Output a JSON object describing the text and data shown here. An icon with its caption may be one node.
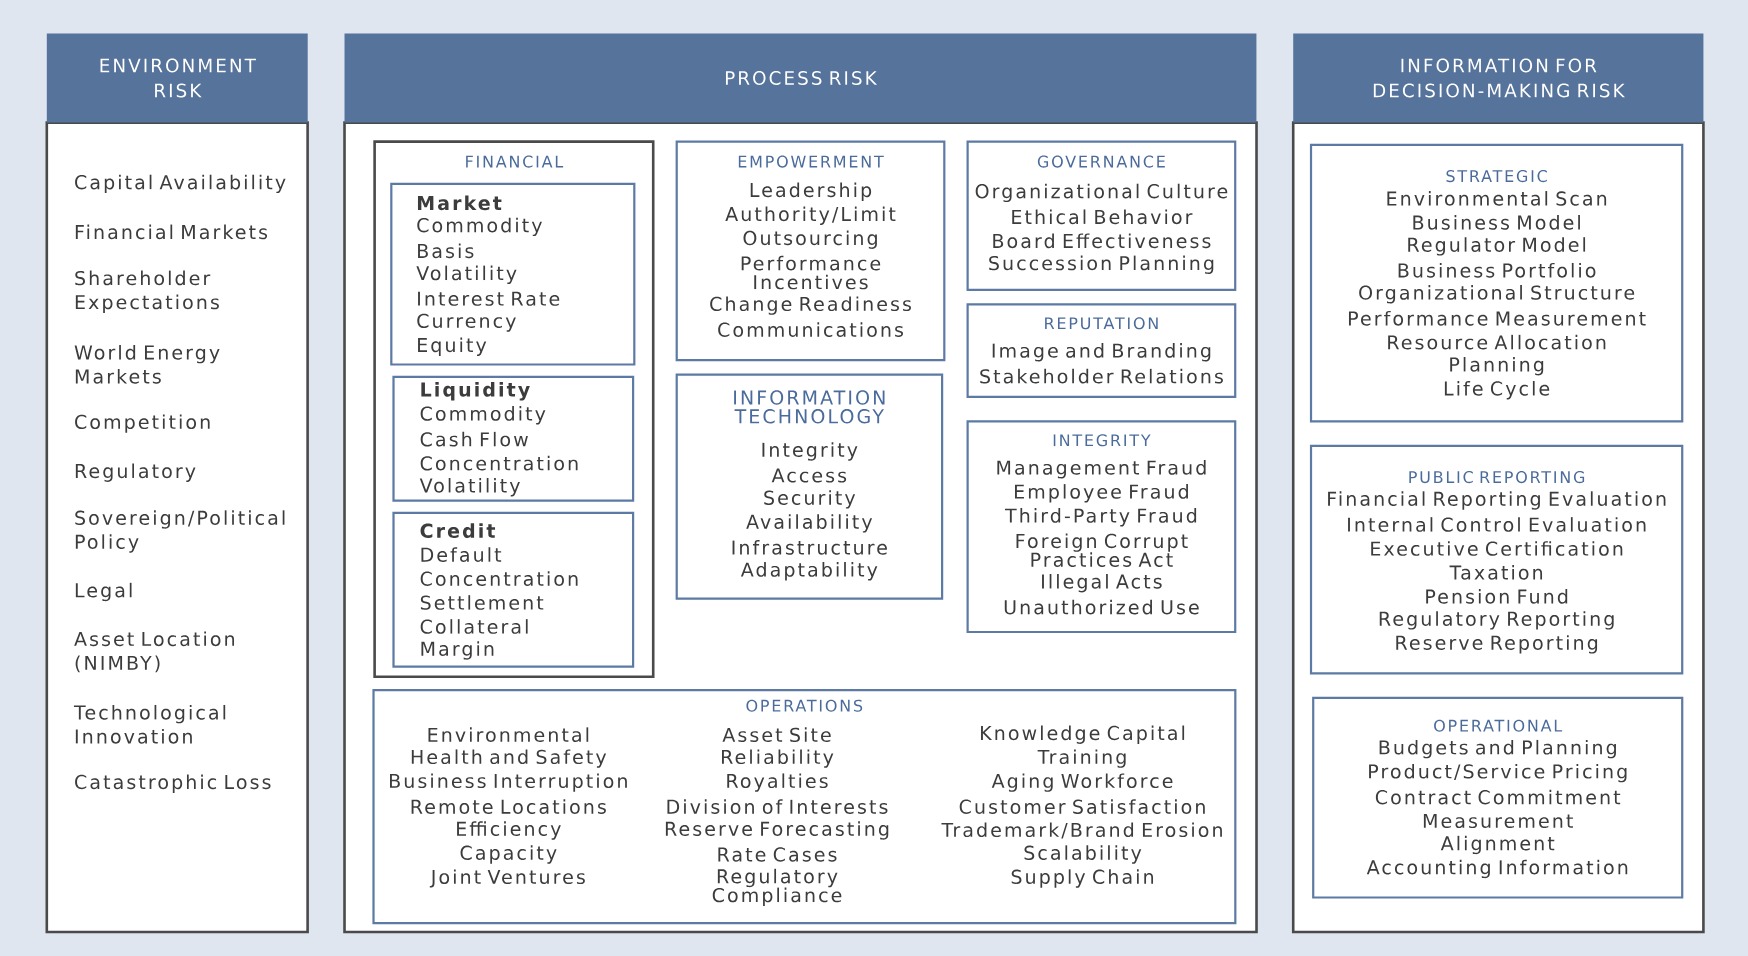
{
  "diagram": {
    "nodes": [
      {
        "text": [
          "ENVIRONMENT RISK",
          "Capital Availability",
          "Financial Markets",
          "Shareholder Expectations",
          "World Energy Markets",
          "Competition",
          "Regulatory",
          "Sovereign/Political Policy",
          "Legal",
          "Asset Location (NIMBY)",
          "Technological Innovation",
          "Catastrophic Loss"
        ]
      },
      {
        "text": [
          "PROCESS RISK"
        ]
      },
      {
        "text": [
          "FINANCIAL"
        ],
        "in": 1
      },
      {
        "text": [
          "Market",
          "Commodity",
          "Basis",
          "Volatility",
          "Interest Rate",
          "Currency",
          "Equity"
        ],
        "in": 2
      },
      {
        "text": [
          "Liquidity",
          "Commodity",
          "Cash Flow",
          "Concentration",
          "Volatility"
        ],
        "in": 2
      },
      {
        "text": [
          "Credit",
          "Default",
          "Concentration",
          "Settlement",
          "Collateral",
          "Margin"
        ],
        "in": 2
      },
      {
        "text": [
          "EMPOWERMENT",
          "Leadership",
          "Authority/Limit",
          "Outsourcing",
          "Performance Incentives",
          "Change Readiness",
          "Communications"
        ],
        "in": 1
      },
      {
        "text": [
          "INFORMATION TECHNOLOGY",
          "Integrity",
          "Access",
          "Security",
          "Availability",
          "Infrastructure",
          "Adaptability"
        ],
        "in": 1
      },
      {
        "text": [
          "GOVERNANCE",
          "Organizational Culture",
          "Ethical Behavior",
          "Board Effectiveness",
          "Succession Planning"
        ],
        "in": 1
      },
      {
        "text": [
          "REPUTATION",
          "Image and Branding",
          "Stakeholder Relations"
        ],
        "in": 1
      },
      {
        "text": [
          "INTEGRITY",
          "Management Fraud",
          "Employee Fraud",
          "Third-Party Fraud",
          "Foreign Corrupt Practices Act",
          "Illegal Acts",
          "Unauthorized Use"
        ],
        "in": 1
      },
      {
        "text": [
          "OPERATIONS",
          "Environmental",
          "Health and Safety",
          "Business Interruption",
          "Remote Locations",
          "Efficiency",
          "Capacity",
          "Joint Ventures",
          "Asset Site",
          "Reliability",
          "Royalties",
          "Division of Interests",
          "Reserve Forecasting",
          "Rate Cases",
          "Regulatory Compliance",
          "Knowledge Capital",
          "Training",
          "Aging Workforce",
          "Customer Satisfaction",
          "Trademark/Brand Erosion",
          "Scalability",
          "Supply Chain"
        ],
        "in": 1
      },
      {
        "text": [
          "INFORMATION FOR DECISION-MAKING RISK"
        ]
      },
      {
        "text": [
          "STRATEGIC",
          "Environmental Scan",
          "Business Model",
          "Regulator Model",
          "Business Portfolio",
          "Organizational Structure",
          "Performance Measurement",
          "Resource Allocation",
          "Planning",
          "Life Cycle"
        ],
        "in": 12
      },
      {
        "text": [
          "PUBLIC REPORTING",
          "Financial Reporting Evaluation",
          "Internal Control Evaluation",
          "Executive Certification",
          "Taxation",
          "Pension Fund",
          "Regulatory Reporting",
          "Reserve Reporting"
        ],
        "in": 12
      },
      {
        "text": [
          "OPERATIONAL",
          "Budgets and Planning",
          "Product/Service Pricing",
          "Contract Commitment",
          "Measurement",
          "Alignment",
          "Accounting Information"
        ],
        "in": 12
      }
    ]
  }
}
